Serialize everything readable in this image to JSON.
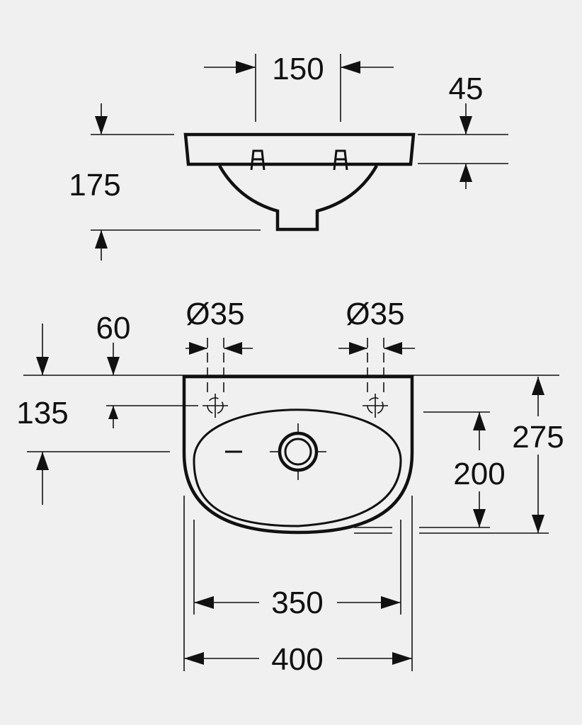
{
  "colors": {
    "background": "#f0f0f0",
    "ink": "#111111"
  },
  "side_view": {
    "dimensions": [
      {
        "name": "tap-spacing",
        "label": "150"
      },
      {
        "name": "rim-thickness",
        "label": "45"
      },
      {
        "name": "total-height",
        "label": "175"
      }
    ]
  },
  "top_view": {
    "dimensions": [
      {
        "name": "wall-offset",
        "label": "60"
      },
      {
        "name": "tap-hole-left-diameter",
        "label": "Ø35"
      },
      {
        "name": "tap-hole-right-diameter",
        "label": "Ø35"
      },
      {
        "name": "tap-hole-distance",
        "label": "135"
      },
      {
        "name": "depth",
        "label": "275"
      },
      {
        "name": "bowl-depth",
        "label": "200"
      },
      {
        "name": "bowl-width",
        "label": "350"
      },
      {
        "name": "overall-width",
        "label": "400"
      }
    ]
  }
}
